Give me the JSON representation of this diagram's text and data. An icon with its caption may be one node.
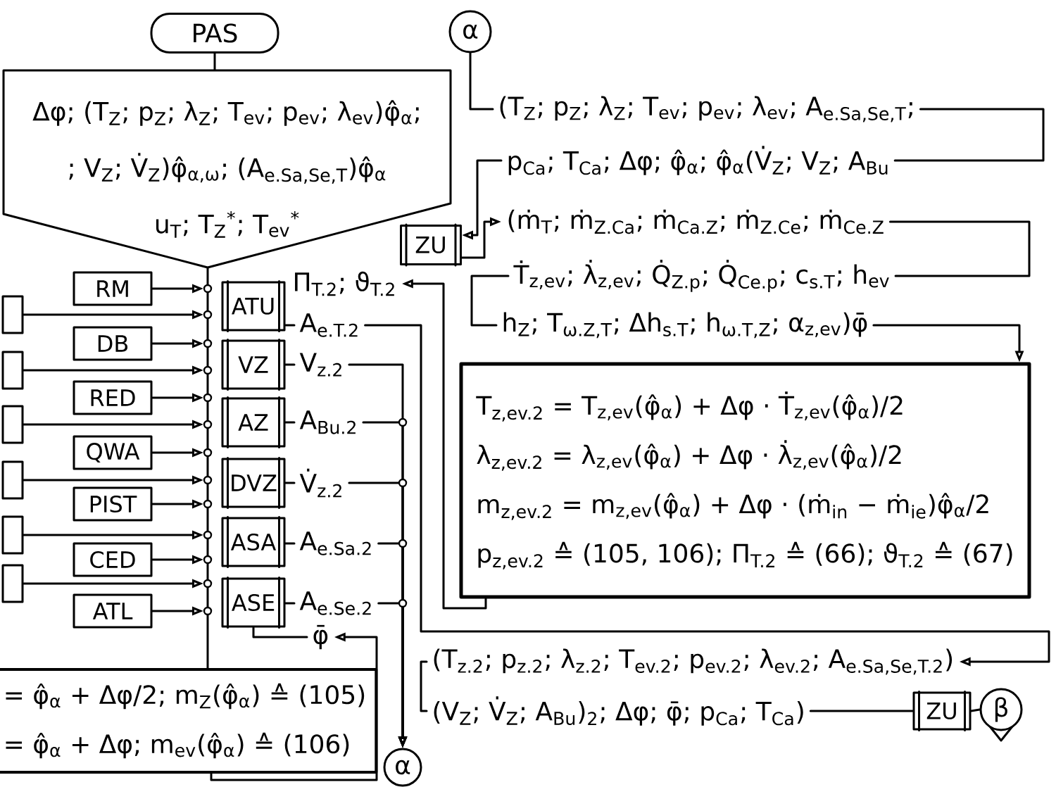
{
  "diagram": {
    "nodes": [
      {
        "text": [
          "PAS"
        ]
      },
      {
        "text": [
          "α"
        ]
      },
      {
        "text": [
          "Δφ; (T$_{Z}$; p$_{Z}$; λ$_{Z}$; T$_{ev}$; p$_{ev}$; λ$_{ev}$)φ̂$_{α}$;",
          "; V$_{Z}$; V̇$_{Z}$)φ̂$_{α,ω}$; (A$_{e.Sa,Se,T}$)φ̂$_{α}$",
          "u$_{T}$; T$_{Z}$$^{*}$; T$_{ev}$$^{*}$"
        ]
      },
      {
        "text": [
          "(T$_{Z}$; p$_{Z}$; λ$_{Z}$; T$_{ev}$; p$_{ev}$; λ$_{ev}$; A$_{e.Sa,Se,T}$;"
        ]
      },
      {
        "text": [
          "p$_{Ca}$; T$_{Ca}$; Δφ; φ̂$_{α}$; φ̂$_{α}$(V̇$_{Z}$; V$_{Z}$; A$_{Bu}$"
        ]
      },
      {
        "text": [
          "ZU"
        ]
      },
      {
        "text": [
          "(ṁ$_{T}$; ṁ$_{Z.Ca}$; ṁ$_{Ca.Z}$; ṁ$_{Z.Ce}$; ṁ$_{Ce.Z}$"
        ]
      },
      {
        "text": [
          "Ṫ$_{z,ev}$; λ̇$_{z,ev}$; Q̇$_{Z.p}$; Q̇$_{Ce.p}$; c$_{s.T}$; h$_{ev}$"
        ]
      },
      {
        "text": [
          "h$_{Z}$; T$_{ω.Z,T}$; Δh$_{s.T}$; h$_{ω.T,Z}$; α$_{z,ev}$)φ̄"
        ]
      },
      {
        "text": [
          "RM"
        ]
      },
      {
        "text": [],
        "shape": "box"
      },
      {
        "text": [
          "DB"
        ]
      },
      {
        "text": [],
        "shape": "box"
      },
      {
        "text": [
          "RED"
        ]
      },
      {
        "text": [],
        "shape": "box"
      },
      {
        "text": [
          "QWA"
        ]
      },
      {
        "text": [],
        "shape": "box"
      },
      {
        "text": [
          "PIST"
        ]
      },
      {
        "text": [],
        "shape": "box"
      },
      {
        "text": [
          "CED"
        ]
      },
      {
        "text": [],
        "shape": "box"
      },
      {
        "text": [
          "ATL"
        ]
      },
      {
        "text": [
          "ATU"
        ]
      },
      {
        "text": [
          "VZ"
        ]
      },
      {
        "text": [
          "AZ"
        ]
      },
      {
        "text": [
          "DVZ"
        ]
      },
      {
        "text": [
          "ASA"
        ]
      },
      {
        "text": [
          "ASE"
        ]
      },
      {
        "text": [
          "Π$_{T.2}$; ϑ$_{T.2}$"
        ]
      },
      {
        "text": [
          "A$_{e.T.2}$"
        ]
      },
      {
        "text": [
          "V$_{z.2}$"
        ]
      },
      {
        "text": [
          "A$_{Bu.2}$"
        ]
      },
      {
        "text": [
          "V̇$_{z.2}$"
        ]
      },
      {
        "text": [
          "A$_{e.Sa.2}$"
        ]
      },
      {
        "text": [
          "A$_{e.Se.2}$"
        ]
      },
      {
        "text": [
          "T$_{z,ev.2}$ = T$_{z,ev}$(φ̂$_{α}$) + Δφ · Ṫ$_{z,ev}$(φ̂$_{α}$)/2",
          "λ$_{z,ev.2}$ = λ$_{z,ev}$(φ̂$_{α}$) + Δφ · λ̇$_{z,ev}$(φ̂$_{α}$)/2",
          "m$_{z,ev.2}$ = m$_{z,ev}$(φ̂$_{α}$) + Δφ · (ṁ$_{in}$ − ṁ$_{ie}$)φ̂$_{α}$/2",
          "p$_{z,ev.2}$ ≙ (105, 106); Π$_{T.2}$ ≙ (66); ϑ$_{T.2}$ ≙ (67)"
        ]
      },
      {
        "text": [
          "φ̄"
        ]
      },
      {
        "text": [
          "= φ̂$_{α}$ + Δφ/2; m$_{Z}$(φ̂$_{α}$) ≙ (105)",
          "= φ̂$_{α}$ + Δφ; m$_{ev}$(φ̂$_{α}$) ≙ (106)"
        ]
      },
      {
        "text": [
          "(T$_{z.2}$; p$_{z.2}$; λ$_{z.2}$; T$_{ev.2}$; p$_{ev.2}$; λ$_{ev.2}$; A$_{e.Sa,Se,T.2}$)"
        ]
      },
      {
        "text": [
          "(V$_{Z}$; V̇$_{Z}$; A$_{Bu}$)$_{2}$; Δφ; φ̄; p$_{Ca}$; T$_{Ca}$)"
        ]
      },
      {
        "text": [
          "ZU"
        ]
      },
      {
        "text": [
          "β"
        ]
      },
      {
        "text": [
          "α"
        ]
      }
    ],
    "edges": [
      {
        "from": 0,
        "to": 2,
        "arrow": "none"
      },
      {
        "from": 1,
        "to": 3,
        "arrow": "none"
      },
      {
        "from": 3,
        "to": 4,
        "arrow": "none"
      },
      {
        "from": 4,
        "to": 5,
        "arrow": "to"
      },
      {
        "from": 5,
        "to": 6,
        "arrow": "to"
      },
      {
        "from": 6,
        "to": 7,
        "arrow": "none"
      },
      {
        "from": 7,
        "to": 8,
        "arrow": "none"
      },
      {
        "from": 8,
        "to": 35,
        "arrow": "to"
      },
      {
        "from": 2,
        "to": 37,
        "arrow": "none"
      },
      {
        "from": 9,
        "to": null,
        "arrow": "to"
      },
      {
        "from": 10,
        "to": null,
        "arrow": "to"
      },
      {
        "from": 11,
        "to": null,
        "arrow": "to"
      },
      {
        "from": 12,
        "to": null,
        "arrow": "to"
      },
      {
        "from": 13,
        "to": null,
        "arrow": "to"
      },
      {
        "from": 14,
        "to": null,
        "arrow": "to"
      },
      {
        "from": 15,
        "to": null,
        "arrow": "to"
      },
      {
        "from": 16,
        "to": null,
        "arrow": "to"
      },
      {
        "from": 17,
        "to": null,
        "arrow": "to"
      },
      {
        "from": 18,
        "to": null,
        "arrow": "to"
      },
      {
        "from": 19,
        "to": null,
        "arrow": "to"
      },
      {
        "from": 20,
        "to": null,
        "arrow": "to"
      },
      {
        "from": 21,
        "to": null,
        "arrow": "to"
      },
      {
        "from": 22,
        "to": 29,
        "arrow": "none"
      },
      {
        "from": 23,
        "to": 30,
        "arrow": "none"
      },
      {
        "from": 24,
        "to": 31,
        "arrow": "none"
      },
      {
        "from": 25,
        "to": 32,
        "arrow": "none"
      },
      {
        "from": 26,
        "to": 33,
        "arrow": "none"
      },
      {
        "from": 27,
        "to": 34,
        "arrow": "none"
      },
      {
        "from": 35,
        "to": 28,
        "arrow": "to"
      },
      {
        "from": 29,
        "to": 38,
        "arrow": "to"
      },
      {
        "from": 30,
        "to": 42,
        "arrow": "to"
      },
      {
        "from": 31,
        "to": 42,
        "arrow": "to"
      },
      {
        "from": 32,
        "to": 42,
        "arrow": "to"
      },
      {
        "from": 33,
        "to": 42,
        "arrow": "to"
      },
      {
        "from": 34,
        "to": 42,
        "arrow": "to"
      },
      {
        "from": 27,
        "to": 36,
        "arrow": "none"
      },
      {
        "from": 37,
        "to": 36,
        "arrow": "to"
      },
      {
        "from": 38,
        "to": 39,
        "arrow": "none"
      },
      {
        "from": 39,
        "to": 40,
        "arrow": "none"
      },
      {
        "from": 40,
        "to": 41,
        "arrow": "none"
      }
    ]
  }
}
